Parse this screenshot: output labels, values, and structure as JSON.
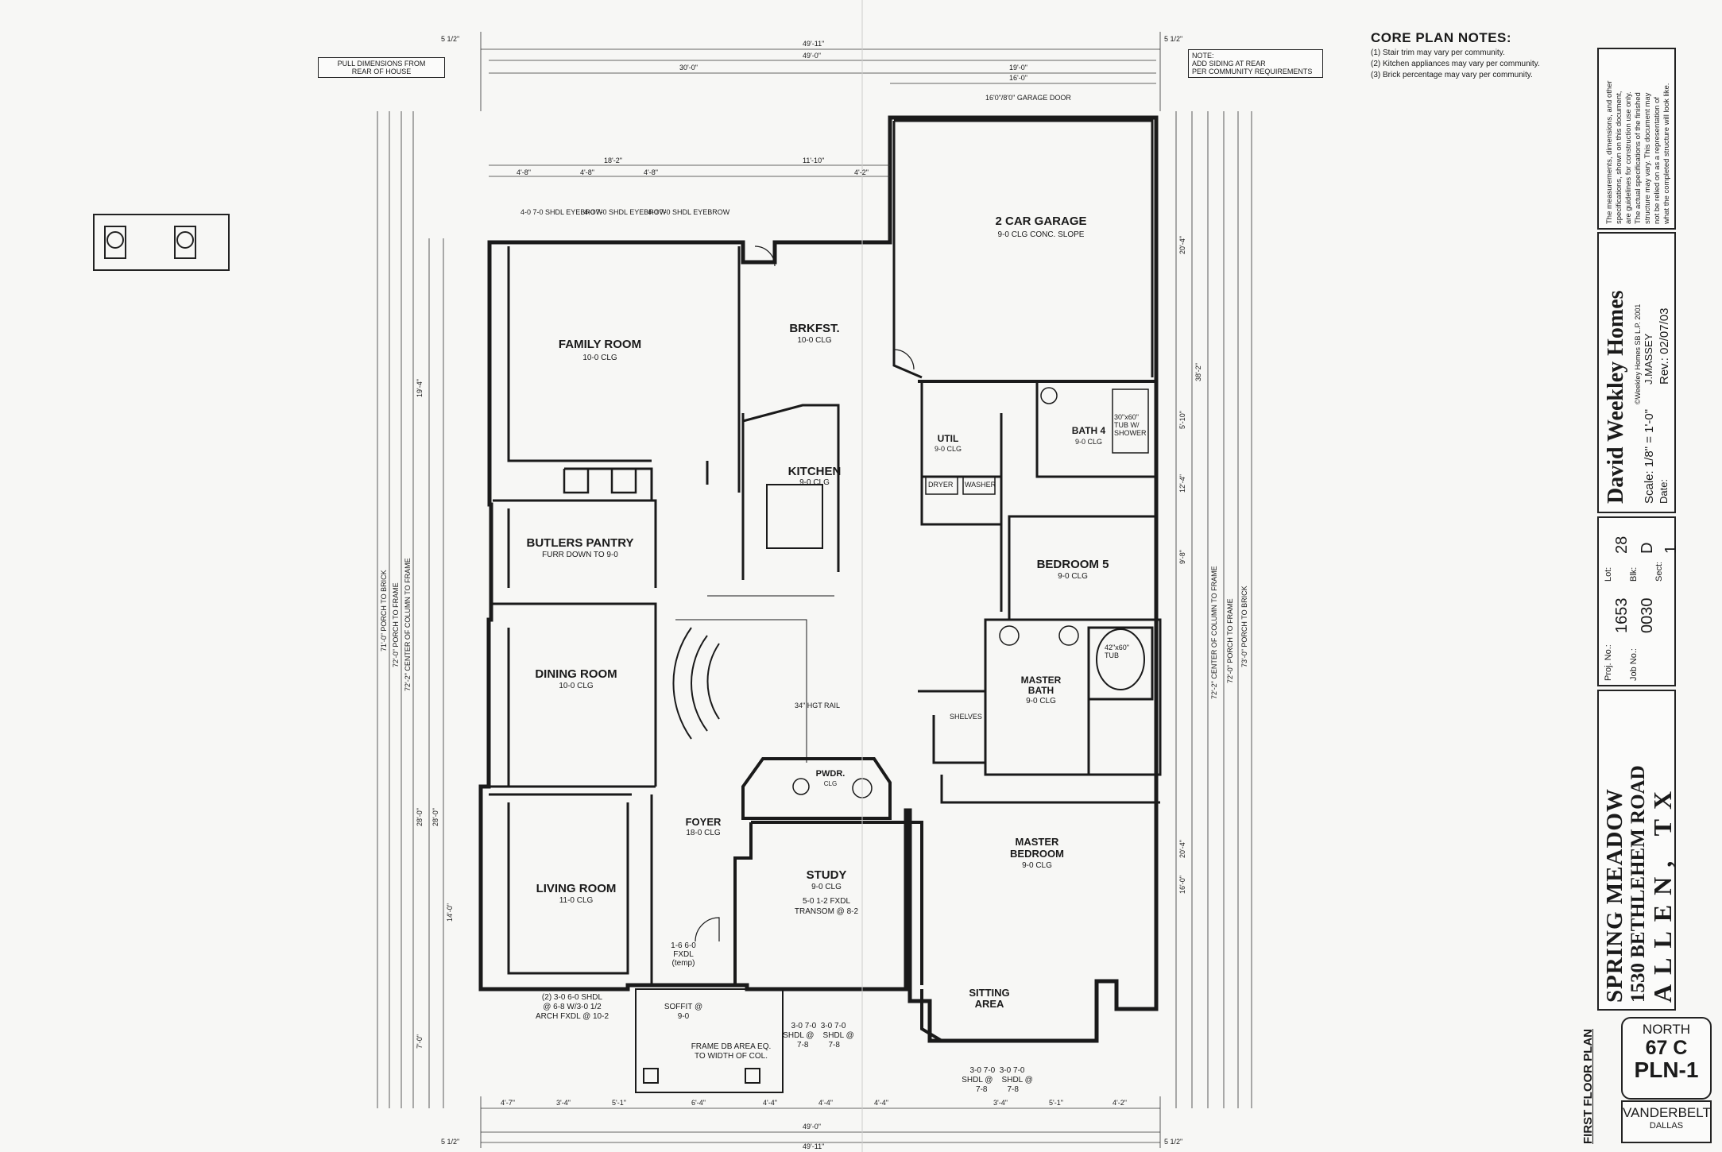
{
  "notes": {
    "pull_dims": [
      "PULL DIMENSIONS FROM",
      "REAR OF HOUSE"
    ],
    "siding": [
      "NOTE:",
      "ADD SIDING AT REAR",
      "PER COMMUNITY REQUIREMENTS"
    ],
    "core_title": "CORE PLAN NOTES:",
    "core_items": [
      "Stair trim may vary per community.",
      "Kitchen appliances may vary per community.",
      "Brick percentage may vary per community."
    ],
    "core_nums": [
      "1",
      "2",
      "3"
    ],
    "disclaimer": [
      "The measurements, dimensions, and other",
      "specifications, shown on this document,",
      "are guidelines for construction use only.",
      "The actual specifications of the finished",
      "structure may vary. This document may",
      "not be relied on as a representation of",
      "what the completed structure will look like."
    ]
  },
  "rooms": {
    "garage": {
      "name": "2 CAR GARAGE",
      "sub": "9-0 CLG     CONC. SLOPE"
    },
    "family": {
      "name": "FAMILY ROOM",
      "sub": "10-0 CLG"
    },
    "brkfst": {
      "name": "BRKFST.",
      "sub": "10-0 CLG"
    },
    "kitchen": {
      "name": "KITCHEN",
      "sub": "9-0 CLG"
    },
    "butlers": {
      "name": "BUTLERS PANTRY",
      "sub": "FURR DOWN TO 9-0"
    },
    "util": {
      "name": "UTIL",
      "sub": "9-0 CLG"
    },
    "bath4": {
      "name": "BATH 4",
      "sub": "9-0 CLG"
    },
    "bedroom5": {
      "name": "BEDROOM 5",
      "sub": "9-0 CLG"
    },
    "dining": {
      "name": "DINING ROOM",
      "sub": "10-0 CLG"
    },
    "master_bath": {
      "name": "MASTER BATH",
      "sub": "9-0 CLG"
    },
    "pwdr": {
      "name": "PWDR.",
      "sub": "CLG"
    },
    "foyer": {
      "name": "FOYER",
      "sub": "18-0 CLG"
    },
    "master_bed": {
      "name": "MASTER BEDROOM",
      "sub": "9-0 CLG"
    },
    "study": {
      "name": "STUDY",
      "sub": "9-0 CLG",
      "sub2": "5-0 1-2 FXDL",
      "sub3": "TRANSOM @ 8-2"
    },
    "living": {
      "name": "LIVING ROOM",
      "sub": "11-0 CLG"
    },
    "sitting": {
      "name": "SITTING AREA"
    }
  },
  "dims": {
    "top_total": "49'-11\"",
    "top_inner": "49'-0\"",
    "top_left": "30'-0\"",
    "top_right_a": "19'-0\"",
    "top_right_b": "16'-0\"",
    "garage_door": "16'0\"/8'0\" GARAGE DOOR",
    "row2_a": "18'-2\"",
    "row2_b": "11'-10\"",
    "row3": [
      "4'-8\"",
      "4'-8\"",
      "4'-8\"",
      "4'-2\""
    ],
    "bottom_total": "49'-11\"",
    "bottom_inner": "49'-0\"",
    "bottom_row": [
      "4'-7\"",
      "3'-4\"",
      "5'-1\"",
      "6'-4\"",
      "4'-4\"",
      "4'-4\"",
      "4'-4\"",
      "3'-4\"",
      "5'-1\"",
      "4'-2\""
    ],
    "left_vertical": [
      "71'-0\" PORCH TO BRICK",
      "72'-0\" PORCH TO FRAME",
      "72'-2\" CENTER OF COLUMN TO FRAME"
    ],
    "right_vertical": [
      "72'-2\" CENTER OF COLUMN TO FRAME",
      "72'-0\" PORCH TO FRAME",
      "73'-0\" PORCH TO BRICK"
    ],
    "right_dims": [
      "20'-4\"",
      "38'-2\"",
      "5'-10\"",
      "12'-4\"",
      "9'-8\"",
      "20'-4\"",
      "16'-0\""
    ],
    "left_dims": [
      "19'-4\"",
      "28'-0\"",
      "28'-0\"",
      "14'-0\"",
      "7'-0\""
    ],
    "five_half": "5 1/2\""
  },
  "misc": {
    "porch": [
      "(2) 3-0 6-0 SHDL",
      "@ 6-8 W/3-0 1/2",
      "ARCH FXDL @ 10-2"
    ],
    "soffit": [
      "SOFFIT @",
      "9-0"
    ],
    "frame": [
      "FRAME DB AREA EQ.",
      "TO WIDTH OF COL."
    ],
    "study_win": [
      "3-0 7-0  3-0 7-0",
      "SHDL @    SHDL @",
      "7-8         7-8"
    ],
    "sitting_win": [
      "3-0 7-0  3-0 7-0",
      "SHDL @    SHDL @",
      "7-8         7-8"
    ],
    "fxdl": [
      "1-6 6-0",
      "FXDL",
      "(temp)"
    ],
    "eyebrow": [
      "4-0 7-0 SHDL EYEBROW",
      "4-0 7-0 SHDL EYEBROW",
      "4-0 7-0 SHDL EYEBROW"
    ],
    "first_floor": "FIRST FLOOR PLAN",
    "stair_lbl": "34\" HGT RAIL",
    "dryer": "DRYER",
    "washer": "WASHER",
    "tub": "42\"x60\" TUB",
    "shower": "30\"x60\" TUB W/ SHOWER",
    "shelves": "SHELVES"
  },
  "title_block": {
    "company": "David Weekley Homes",
    "copyright": "©Weekley Homes SB L.P. 2001",
    "scale_label": "Scale:",
    "scale": "1/8\" = 1'-0\"",
    "drafter": "J.MASSEY",
    "rev_label": "Rev.:",
    "rev": "02/07/03",
    "date_label": "Date:",
    "proj_label": "Proj. No.:",
    "proj": "1653",
    "lot_label": "Lot:",
    "lot": "28",
    "job_label": "Job No.:",
    "job": "0030",
    "blk_label": "Blk:",
    "blk": "D",
    "sect_label": "Sect:",
    "sect": "1",
    "community": "SPRING MEADOW",
    "address": "1530 BETHLEHEM ROAD",
    "city": "ALLEN, TX",
    "orient": "NORTH",
    "plan_num": "67 C",
    "sheet": "PLN-1",
    "model": "VANDERBELT",
    "region": "DALLAS"
  }
}
